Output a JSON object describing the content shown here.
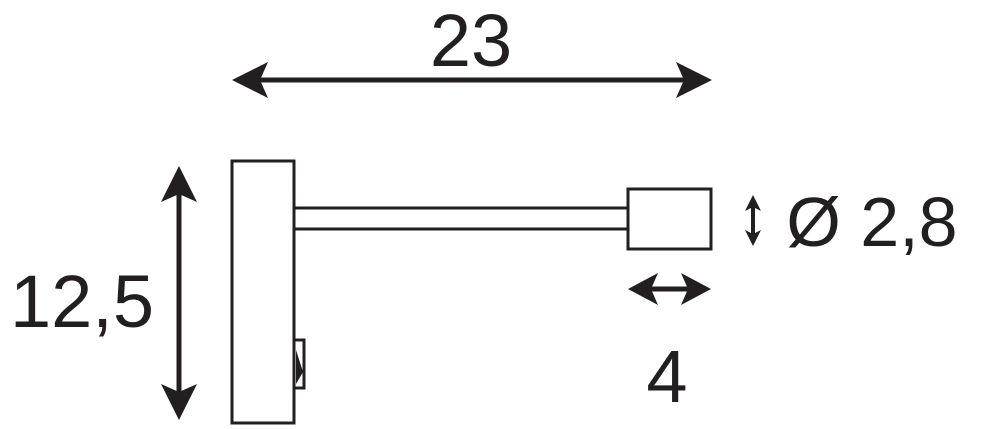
{
  "dimensions": {
    "width": "23",
    "height": "12,5",
    "diameter": "Ø 2,8",
    "head_length": "4"
  },
  "colors": {
    "line": "#231f20",
    "background": "#ffffff"
  }
}
